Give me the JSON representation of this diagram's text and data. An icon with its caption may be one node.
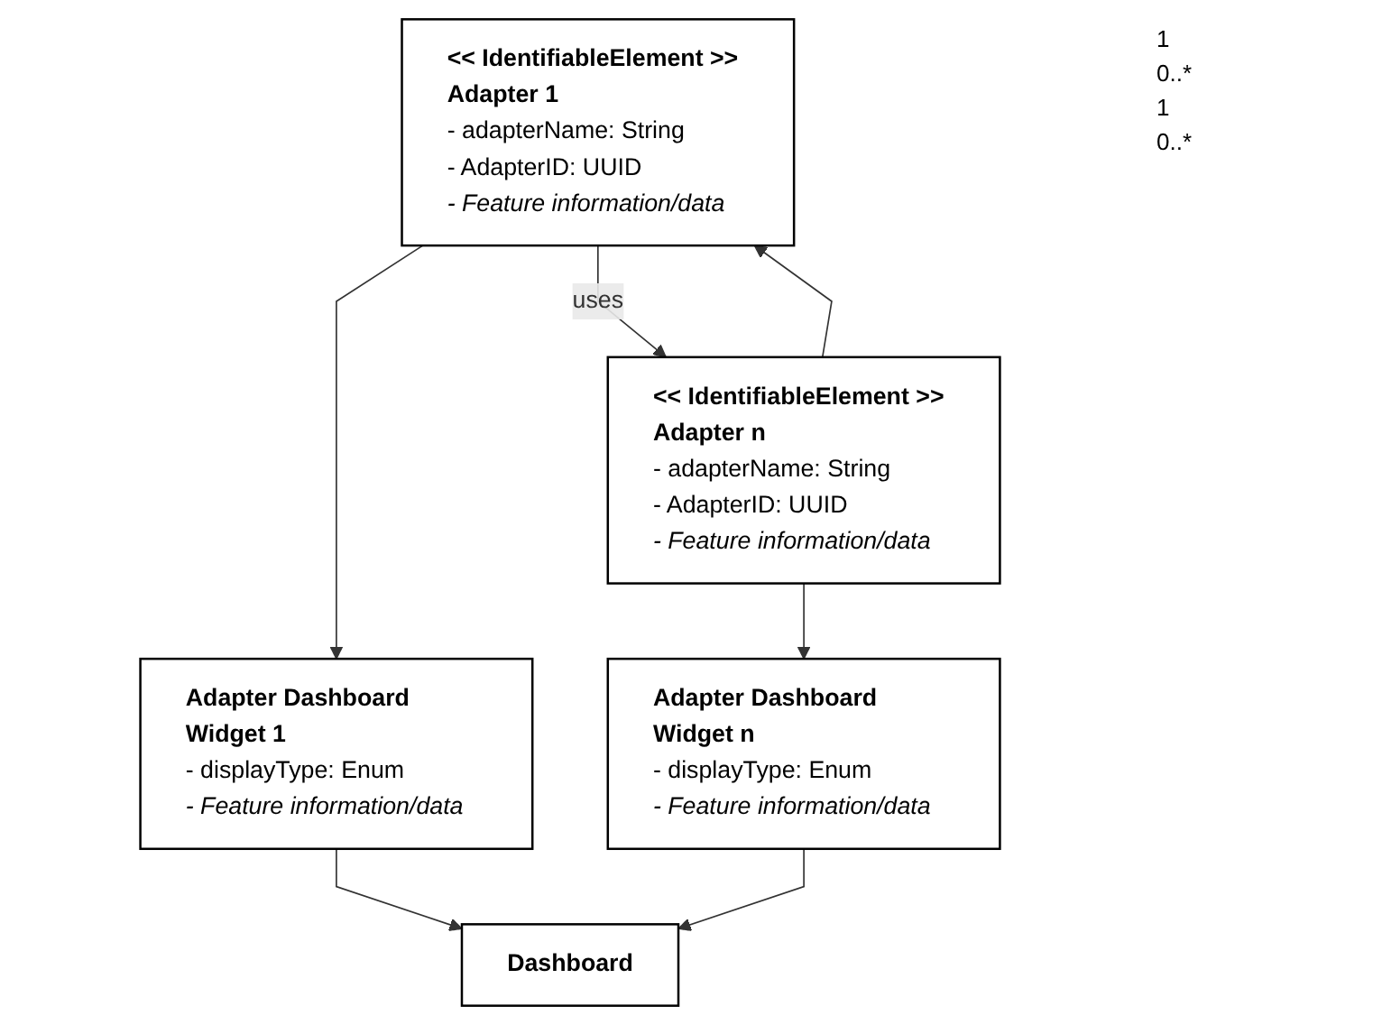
{
  "diagram": {
    "nodes": [
      {
        "text": [
          "<< IdentifiableElement >> Adapter 1",
          "- adapterName: String",
          "- AdapterID: UUID",
          "- Feature information/data"
        ]
      },
      {
        "text": [
          "<< IdentifiableElement >> Adapter n",
          "- adapterName: String",
          "- AdapterID: UUID",
          "- Feature information/data"
        ]
      },
      {
        "text": [
          "Adapter Dashboard Widget 1",
          "- displayType: Enum",
          "- Feature information/data"
        ]
      },
      {
        "text": [
          "Adapter Dashboard Widget n",
          "- displayType: Enum",
          "- Feature information/data"
        ]
      },
      {
        "text": [
          "Dashboard"
        ]
      }
    ],
    "edges": [
      {
        "from": 0,
        "to": 1,
        "arrow": "to",
        "label": "uses"
      },
      {
        "from": 1,
        "to": 0,
        "arrow": "to"
      },
      {
        "from": 0,
        "to": 2,
        "arrow": "to"
      },
      {
        "from": 1,
        "to": 3,
        "arrow": "to"
      },
      {
        "from": 2,
        "to": 4,
        "arrow": "to"
      },
      {
        "from": 3,
        "to": 4,
        "arrow": "to"
      }
    ],
    "labels": [
      "1",
      "0..*",
      "1",
      "0..*"
    ]
  }
}
